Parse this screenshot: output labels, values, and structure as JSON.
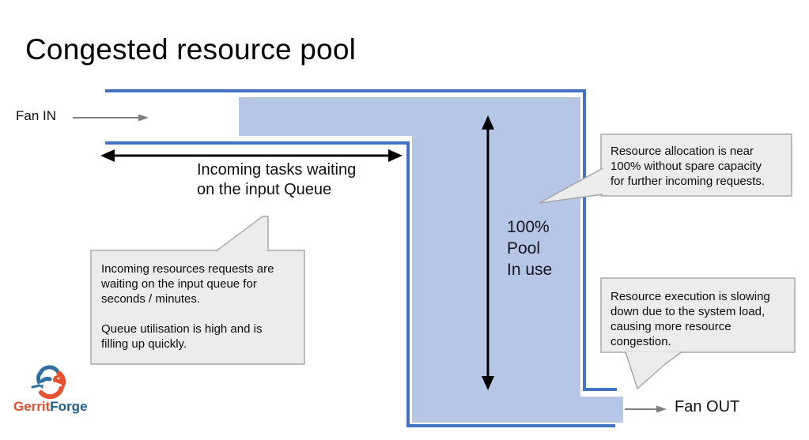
{
  "slide": {
    "title": "Congested resource pool"
  },
  "labels": {
    "fan_in": "Fan IN",
    "fan_out": "Fan OUT",
    "queue": "Incoming tasks waiting\non the input Queue",
    "pool_usage": "100%\nPool\nIn use"
  },
  "callouts": {
    "allocation": "Resource allocation is near\n100% without spare capacity\nfor further incoming requests.",
    "queue_wait": "Incoming resources requests are\nwaiting on the input queue for\nseconds / minutes.\n\nQueue utilisation is high and is\nfilling up quickly.",
    "execution": "Resource execution is slowing\ndown due to the system load,\ncausing more resource\ncongestion."
  },
  "logo": {
    "text_primary": "Gerrit",
    "text_secondary": "Forge"
  },
  "colors": {
    "pool_fill": "#b5c6e7",
    "pool_border": "#4472c4",
    "callout_fill": "#ececec",
    "callout_border": "#a3a3a3",
    "arrow_black": "#000000",
    "arrow_gray": "#7f7f7f",
    "logo_orange": "#e0512c",
    "logo_blue": "#1e5d8c",
    "text": "#101014"
  }
}
